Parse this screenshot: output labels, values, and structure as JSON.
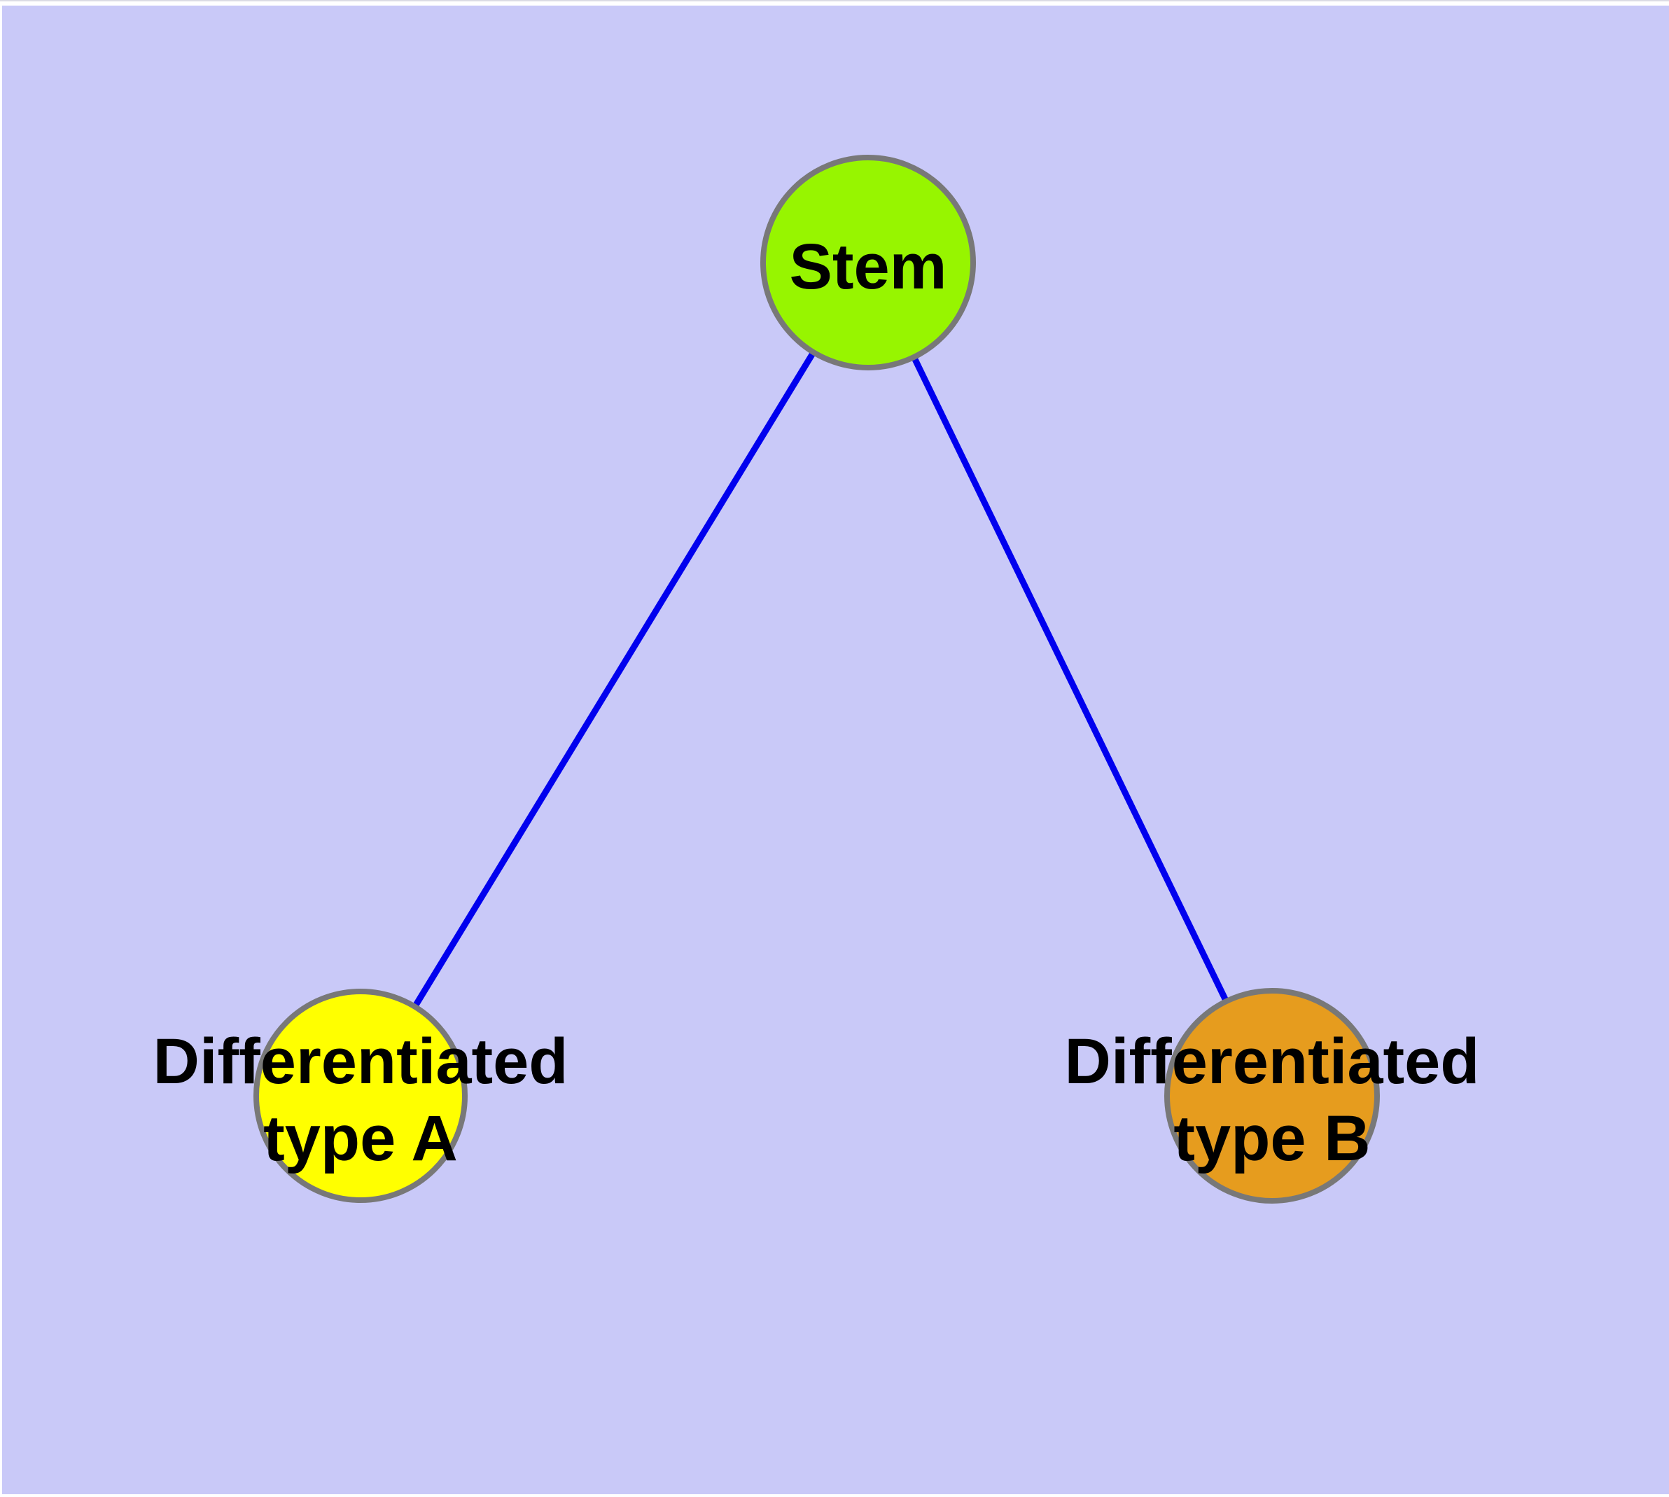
{
  "page": {
    "background_color": "#ffffff",
    "canvas_color": "#c9c9f8",
    "top_hairline_color": "#dcdce4"
  },
  "diagram": {
    "type": "node-link-graph",
    "description": "Cell differentiation hierarchy: Stem node branching to two differentiated cell types",
    "edge_color": "#0000ee",
    "node_border_color": "#787878",
    "text_color": "#000000",
    "nodes": [
      {
        "id": "stem",
        "label": "Stem",
        "fill": "#97f500"
      },
      {
        "id": "differentiated-type-a",
        "label_line1": "Differentiated",
        "label_line2": "type A",
        "fill": "#ffff00"
      },
      {
        "id": "differentiated-type-b",
        "label_line1": "Differentiated",
        "label_line2": "type B",
        "fill": "#e69c1e"
      }
    ],
    "edges": [
      {
        "from": "stem",
        "to": "differentiated-type-a"
      },
      {
        "from": "stem",
        "to": "differentiated-type-b"
      }
    ]
  }
}
